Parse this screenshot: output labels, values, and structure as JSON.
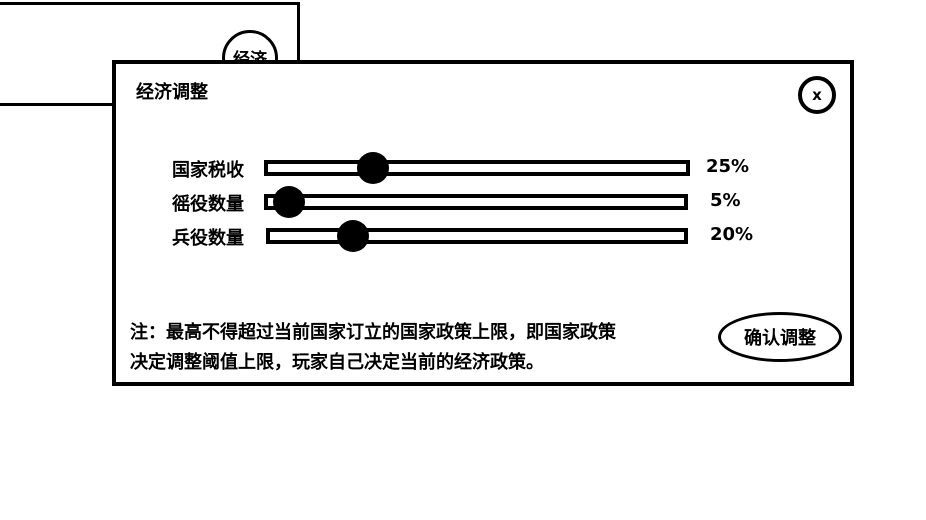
{
  "background_window": {
    "circle_label": "经济"
  },
  "dialog": {
    "title": "经济调整",
    "close_label": "x",
    "sliders": [
      {
        "label": "国家税收",
        "value": 25,
        "value_text": "25%"
      },
      {
        "label": "徭役数量",
        "value": 5,
        "value_text": "5%"
      },
      {
        "label": "兵役数量",
        "value": 20,
        "value_text": "20%"
      }
    ],
    "note": {
      "line1": "注：最高不得超过当前国家订立的国家政策上限，即国家政策",
      "line2": "决定调整阈值上限，玩家自己决定当前的经济政策。"
    },
    "confirm_label": "确认调整"
  }
}
